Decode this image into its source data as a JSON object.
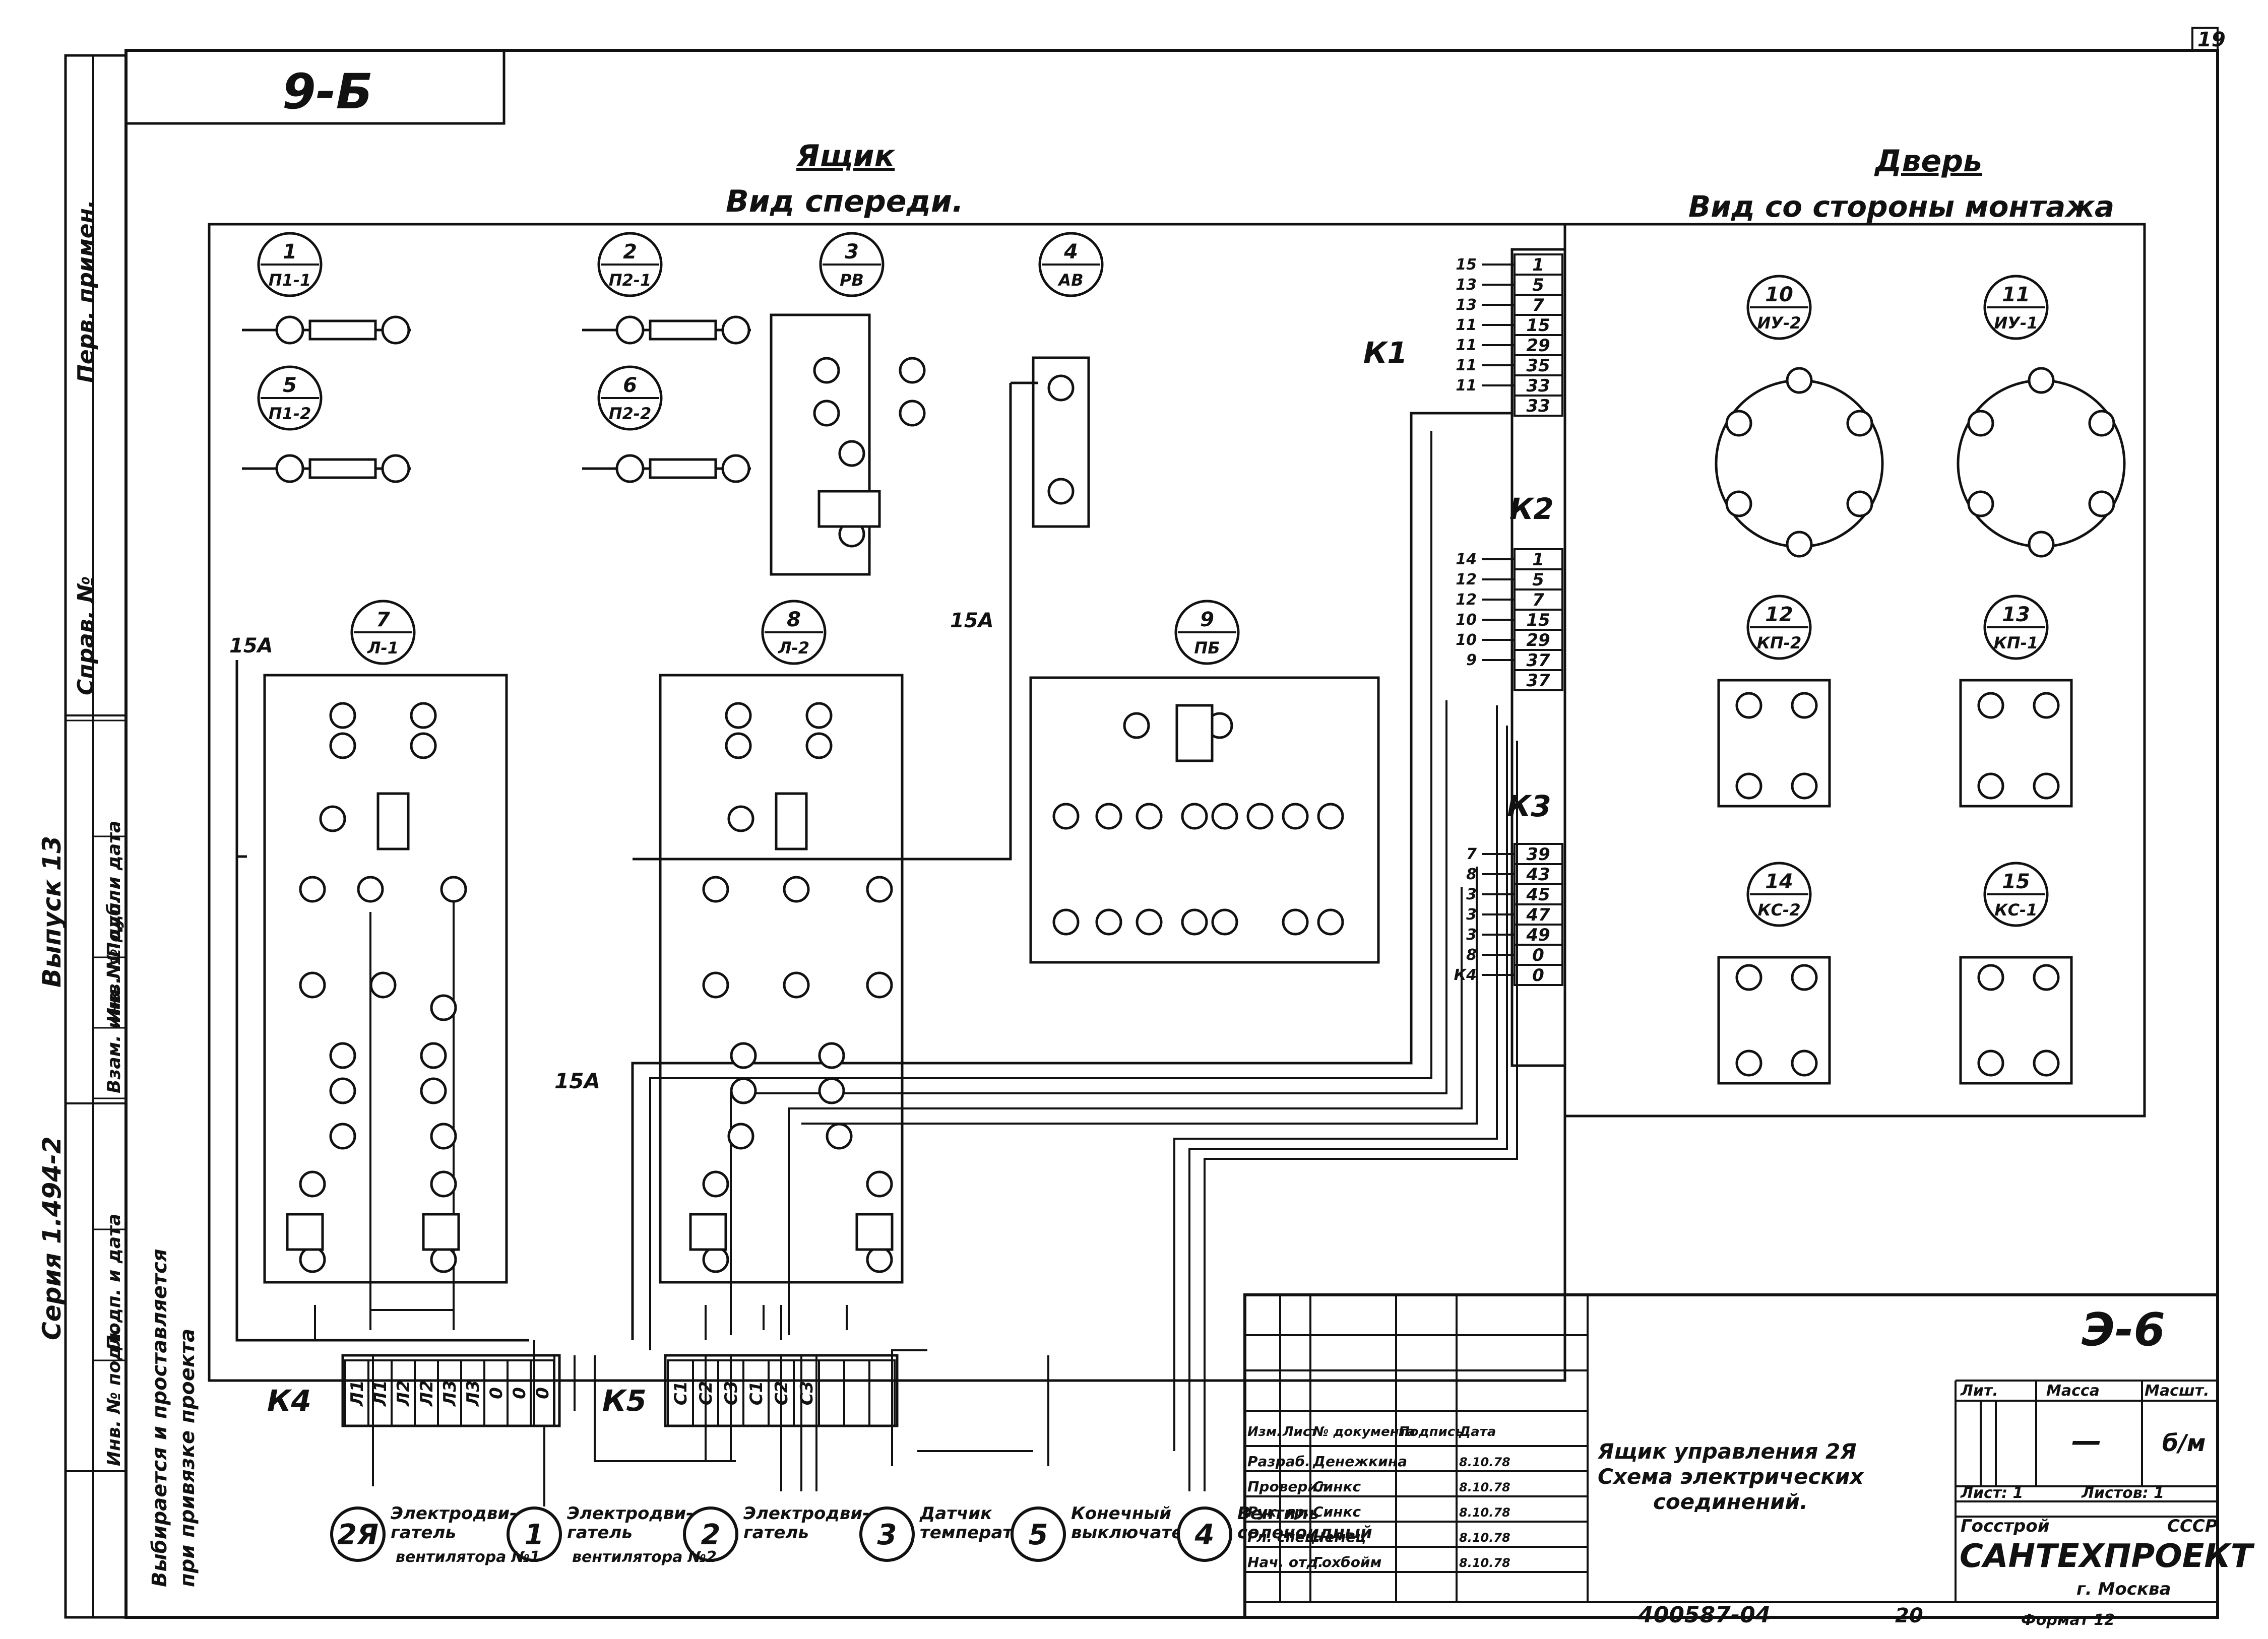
{
  "sheet": {
    "page_number": "19",
    "code_top": "9-Б",
    "drawing_code": "Э-6",
    "doc_number": "400587-04",
    "sub_number": "20",
    "format": "Формат 12"
  },
  "side_stamp": {
    "perv_primen": "Перв. примен.",
    "sprav": "Справ. №",
    "seriya": "Серия 1.494-2",
    "vypusk": "Выпуск 13",
    "podp_data_1": "Подп. и дата",
    "vzam_inv": "Взам. инв. №",
    "inv_dubl": "Инв. № дубл.",
    "podp_data_2": "Подп. и дата",
    "inv_podl": "Инв. № подл.",
    "note_line1": "Выбирается и проставляется",
    "note_line2": "при привязке проекта"
  },
  "views": {
    "box_title": "Ящик",
    "box_subtitle": "Вид спереди.",
    "door_title": "Дверь",
    "door_subtitle": "Вид со стороны монтажа"
  },
  "devices": [
    {
      "num": "1",
      "code": "П1-1"
    },
    {
      "num": "2",
      "code": "П2-1"
    },
    {
      "num": "3",
      "code": "РВ"
    },
    {
      "num": "4",
      "code": "АВ"
    },
    {
      "num": "5",
      "code": "П1-2"
    },
    {
      "num": "6",
      "code": "П2-2"
    },
    {
      "num": "7",
      "code": "Л-1"
    },
    {
      "num": "8",
      "code": "Л-2"
    },
    {
      "num": "9",
      "code": "ПБ"
    },
    {
      "num": "10",
      "code": "ИУ-2"
    },
    {
      "num": "11",
      "code": "ИУ-1"
    },
    {
      "num": "12",
      "code": "КП-2"
    },
    {
      "num": "13",
      "code": "КП-1"
    },
    {
      "num": "14",
      "code": "КС-2"
    },
    {
      "num": "15",
      "code": "КС-1"
    }
  ],
  "terminal_blocks": {
    "k1": {
      "label": "К1",
      "rows": [
        "1",
        "5",
        "7",
        "15",
        "29",
        "35",
        "33",
        "33"
      ],
      "wires": [
        "15",
        "13",
        "13",
        "11",
        "11",
        "11",
        "11",
        ""
      ]
    },
    "k2": {
      "label": "К2",
      "rows": [
        "1",
        "5",
        "7",
        "15",
        "29",
        "37",
        "37"
      ],
      "wires": [
        "14",
        "12",
        "12",
        "10",
        "10",
        "9",
        ""
      ]
    },
    "k3": {
      "label": "К3",
      "rows": [
        "39",
        "43",
        "45",
        "47",
        "49",
        "0",
        "0"
      ],
      "wires": [
        "7",
        "8",
        "3",
        "3",
        "3",
        "8",
        "К4"
      ]
    },
    "k4": {
      "label": "К4",
      "cells": [
        "Л1",
        "Л1",
        "Л2",
        "Л2",
        "Л3",
        "Л3",
        "0",
        "0",
        "0"
      ]
    },
    "k5": {
      "label": "К5",
      "cells": [
        "С1",
        "С2",
        "С3",
        "С1",
        "С2",
        "С3",
        "",
        "",
        ""
      ]
    }
  },
  "cable_tags": {
    "a": "15А",
    "b": "15А",
    "c": "15А"
  },
  "field_devices": [
    {
      "num": "2Я",
      "label1": "Электродви-",
      "label2": "гатель",
      "label3": ""
    },
    {
      "num": "1",
      "label1": "Электродви-",
      "label2": "гатель",
      "label3": "вентилятора №1"
    },
    {
      "num": "2",
      "label1": "Электродви-",
      "label2": "гатель",
      "label3": "вентилятора №2"
    },
    {
      "num": "3",
      "label1": "Датчик",
      "label2": "температуры",
      "label3": ""
    },
    {
      "num": "5",
      "label1": "Конечный",
      "label2": "выключатель",
      "label3": ""
    },
    {
      "num": "4",
      "label1": "Вентиль",
      "label2": "соленоидный",
      "label3": ""
    }
  ],
  "title_block": {
    "hdr_izm": "Изм.",
    "hdr_list": "Лист",
    "hdr_doc": "№ документа",
    "hdr_sign": "Подпись",
    "hdr_date": "Дата",
    "roles": [
      {
        "role": "Разраб.",
        "name": "Денежкина",
        "date": "8.10.78"
      },
      {
        "role": "Проверил",
        "name": "Синкс",
        "date": "8.10.78"
      },
      {
        "role": "Рук. гр.",
        "name": "Синкс",
        "date": "8.10.78"
      },
      {
        "role": "Гл. спец.",
        "name": "Немец",
        "date": "8.10.78"
      },
      {
        "role": "Нач. отд.",
        "name": "Гохбойм",
        "date": "8.10.78"
      }
    ],
    "title_line1": "Ящик управления 2Я",
    "title_line2": "Схема электрических",
    "title_line3": "соединений.",
    "lit": "Лит.",
    "massa": "Масса",
    "masshtab": "Масшт.",
    "mass_value": "—",
    "scale_value": "б/м",
    "sheet_label": "Лист: 1",
    "sheets_label": "Листов: 1",
    "org1": "Госстрой",
    "org2": "СССР",
    "org3": "САНТЕХПРОЕКТ",
    "city": "г. Москва"
  }
}
